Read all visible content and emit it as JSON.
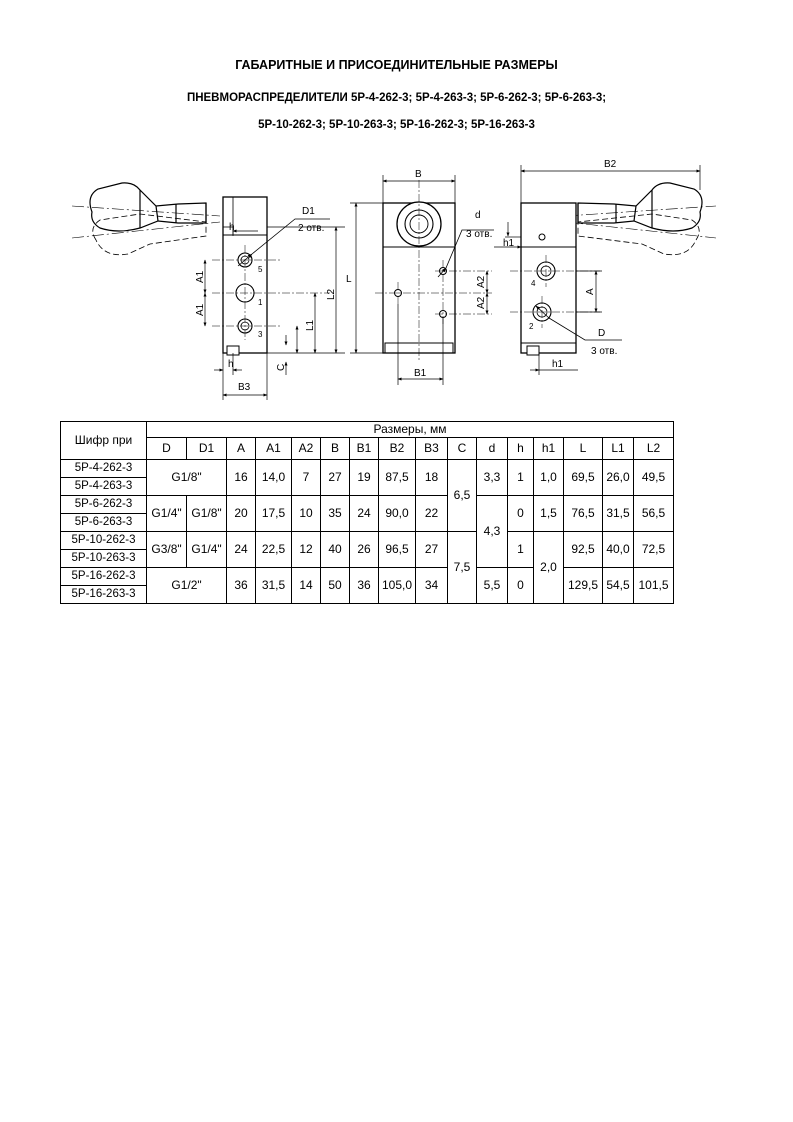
{
  "titles": {
    "main": "ГАБАРИТНЫЕ И ПРИСОЕДИНИТЕЛЬНЫЕ РАЗМЕРЫ",
    "line1": "ПНЕВМОРАСПРЕДЕЛИТЕЛИ 5Р-4-262-3; 5Р-4-263-3; 5Р-6-262-3; 5Р-6-263-3;",
    "line2": "5Р-10-262-3; 5Р-10-263-3; 5Р-16-262-3; 5Р-16-263-3"
  },
  "drawing": {
    "labels": {
      "D1": "D1",
      "two_holes": "2 отв.",
      "h": "h",
      "A1": "A1",
      "L2": "L2",
      "L1": "L1",
      "C": "C",
      "B3": "B3",
      "port5": "5",
      "port1": "1",
      "port3": "3",
      "B": "B",
      "L": "L",
      "d": "d",
      "three_holes": "3 отв.",
      "A2": "A2",
      "B1": "B1",
      "B2": "B2",
      "h1": "h1",
      "A": "A",
      "D": "D",
      "port4": "4",
      "port2": "2"
    }
  },
  "table": {
    "code_header": "Шифр при",
    "sizes_header": "Размеры, мм",
    "columns": [
      "D",
      "D1",
      "A",
      "A1",
      "A2",
      "B",
      "B1",
      "B2",
      "B3",
      "C",
      "d",
      "h",
      "h1",
      "L",
      "L1",
      "L2"
    ],
    "codes": [
      "5Р-4-262-3",
      "5Р-4-263-3",
      "5Р-6-262-3",
      "5Р-6-263-3",
      "5Р-10-262-3",
      "5Р-10-263-3",
      "5Р-16-262-3",
      "5Р-16-263-3"
    ],
    "groups": [
      {
        "D_D1": "G1/8\"",
        "A": "16",
        "A1": "14,0",
        "A2": "7",
        "B": "27",
        "B1": "19",
        "B2": "87,5",
        "B3": "18",
        "d": "3,3",
        "h": "1",
        "h1": "1,0",
        "L": "69,5",
        "L1": "26,0",
        "L2": "49,5"
      },
      {
        "D": "G1/4\"",
        "D1": "G1/8\"",
        "A": "20",
        "A1": "17,5",
        "A2": "10",
        "B": "35",
        "B1": "24",
        "B2": "90,0",
        "B3": "22",
        "h": "0",
        "h1": "1,5",
        "L": "76,5",
        "L1": "31,5",
        "L2": "56,5"
      },
      {
        "D": "G3/8\"",
        "D1": "G1/4\"",
        "A": "24",
        "A1": "22,5",
        "A2": "12",
        "B": "40",
        "B1": "26",
        "B2": "96,5",
        "B3": "27",
        "h": "1",
        "L": "92,5",
        "L1": "40,0",
        "L2": "72,5"
      },
      {
        "D_D1": "G1/2\"",
        "A": "36",
        "A1": "31,5",
        "A2": "14",
        "B": "50",
        "B1": "36",
        "B2": "105,0",
        "B3": "34",
        "d": "5,5",
        "h": "0",
        "L": "129,5",
        "L1": "54,5",
        "L2": "101,5"
      }
    ],
    "merged": {
      "C_1_2": "6,5",
      "C_3_4": "7,5",
      "d_2_3": "4,3",
      "h1_3_4": "2,0"
    }
  }
}
